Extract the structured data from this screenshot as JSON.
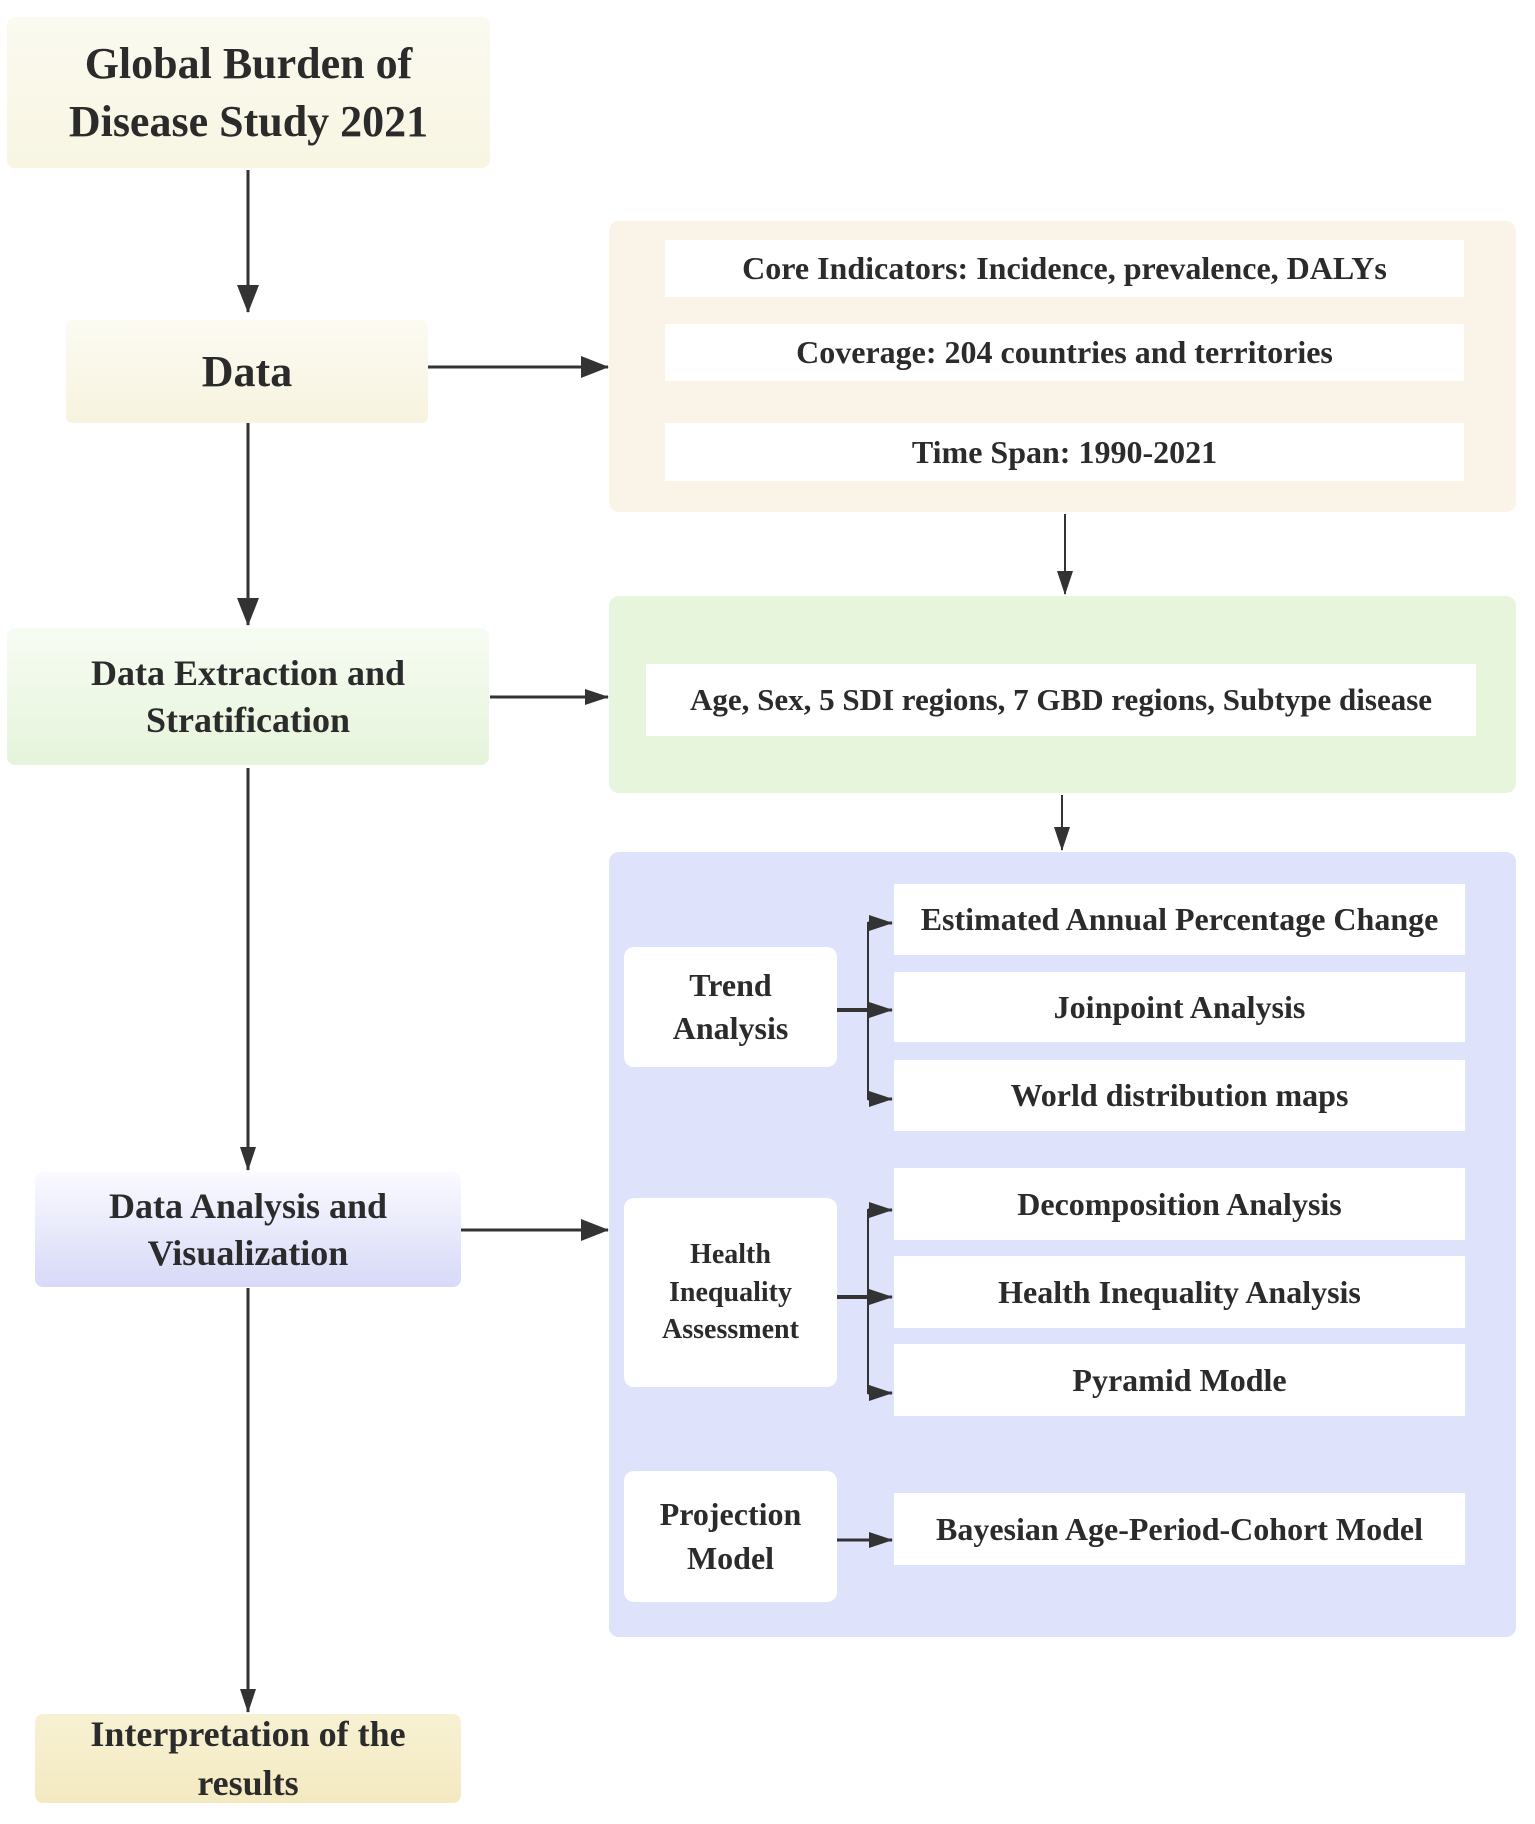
{
  "diagram": {
    "title": "Global Burden of Disease Study 2021",
    "main_flow": [
      {
        "id": "title",
        "label": "Global Burden of Disease Study 2021"
      },
      {
        "id": "data",
        "label": "Data"
      },
      {
        "id": "extraction",
        "label": "Data Extraction and Stratification"
      },
      {
        "id": "analysis",
        "label": "Data Analysis and Visualization"
      },
      {
        "id": "interpretation",
        "label": "Interpretation of the results"
      }
    ],
    "data_panel": {
      "items": [
        "Core Indicators: Incidence, prevalence, DALYs",
        "Coverage: 204 countries and territories",
        "Time Span: 1990-2021"
      ]
    },
    "extraction_panel": {
      "items": [
        "Age, Sex, 5 SDI regions, 7 GBD regions, Subtype disease"
      ]
    },
    "analysis_panel": {
      "groups": [
        {
          "label": "Trend Analysis",
          "methods": [
            "Estimated Annual Percentage Change",
            "Joinpoint Analysis",
            "World distribution maps"
          ]
        },
        {
          "label": "Health Inequality Assessment",
          "methods": [
            "Decomposition Analysis",
            "Health Inequality Analysis",
            "Pyramid Modle"
          ]
        },
        {
          "label": "Projection Model",
          "methods": [
            "Bayesian Age-Period-Cohort Model"
          ]
        }
      ]
    },
    "colors": {
      "title_fill": "#f9f7e8",
      "data_panel_fill": "#faf4e8",
      "extraction_fill": "#e6f5dc",
      "analysis_fill": "#dfe2fb",
      "interpretation_fill": "#f5edc8",
      "arrow": "#333333"
    }
  }
}
